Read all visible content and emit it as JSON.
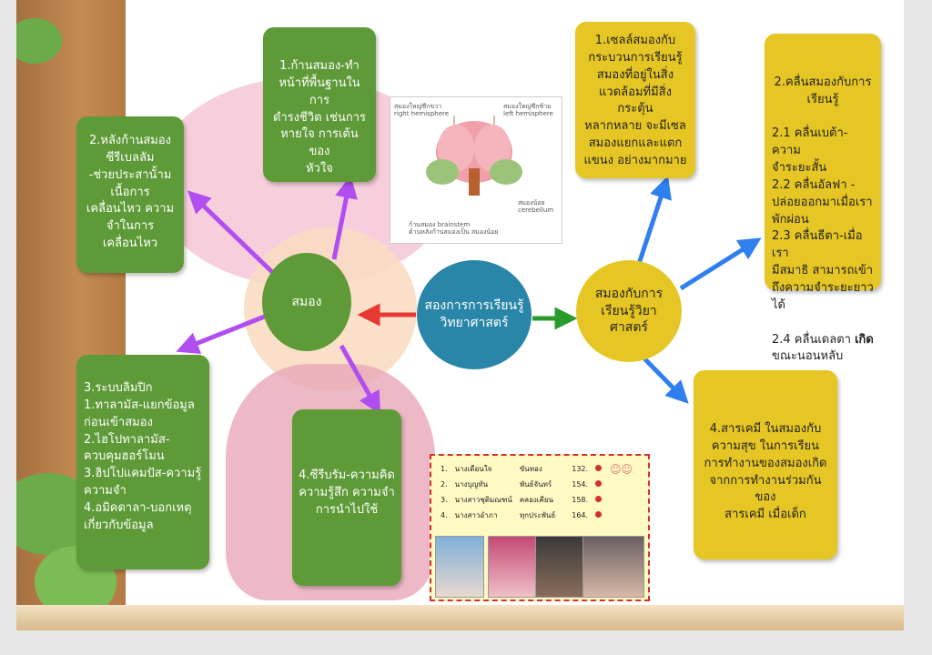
{
  "center_node": "สองการการเรียนรู้\nวิทยาศาสตร์",
  "left_hub": "สมอง",
  "right_hub": "สมองกับการ\nเรียนรู้วิยา\nศาสตร์",
  "left_branches": {
    "brainstem": "1.ก้านสมอง-ทำ\nหน้าที่พื้นฐานในการ\nดำรงชีวิต เช่นการ\nหายใจ การเต้นของ\nหัวใจ",
    "cerebellum": "2.หลังก้านสมอง\nซีรีเบลลัม\n-ช่วยประสานั้าม\nเนื้อการ\nเคลื่อนไหว ความ\nจำในการ\nเคลื่อนไหว",
    "limbic": "3.ระบบลิมปิก\n1.ทาลามัส-แยกข้อมูล\nก่อนเข้าสมอง\n2.ไฮโปทาลามัส-\nควบคุมฮอร์โมน\n3.ฮิปโปแคมปัส-ความรู้\nความจำ\n4.อมิคดาลา-บอกเหตุ\nเกี่ยวกับข้อมูล",
    "cerebrum": "4.ซีรีบรัม-ความคิด\nความรู้สึก  ความจำ\nการนำไปใช้"
  },
  "right_branches": {
    "cells": "1.เซลล์สมองกับ\nกระบวนการเรียนรู้\nสมองที่อยู่ในสิ่ง\nแวดล้อมที่มีสิ่งกระตุ้น\nหลากหลาย จะมีเซล\nสมองแยกและแตก\nแขนง อย่างมากมาย",
    "waves_title": "2.คลื่นสมองกับการ\nเรียนรู้",
    "waves_body": "2.1 คลื่นเบต้า-ความ\nจำระยะสั้น\n2.2 คลื่นอัลฟา -\nปล่อยออกมาเมื่อเรา\nพักผ่อน\n2.3 คลื่นธีตา-เมื่อเรา\nมีสมาธิ สามารถเข้า\n   ถึงความจำระยะยาว\n   ได้",
    "waves_delta_a": "2.4 คลื่นเดลตา ",
    "waves_delta_b": "เกิด",
    "waves_delta_c": "\nขณะนอนหลับ",
    "chemicals": "4.สารเคมี ในสมองกับ\nความสุข ในการเรียน\nการทำงานของสมองเกิด\nจากการทำงานร่วมกันของ\nสารเคมี เมื่อเด็ก"
  },
  "brain_image": {
    "label_right_hemi": "สมองใหญ่ซีกขวา\nright hemisphere",
    "label_left_hemi": "สมองใหญ่ซีกซ้าย\nleft hemisphere",
    "label_cerebellum": "สมองน้อย\ncerebellum",
    "label_brainstem": "ก้านสมอง brainstem\nด้านหลังก้านสมองเป็น สมองน้อย"
  },
  "members": [
    {
      "no": "1.",
      "name": "นางเดือนใจ",
      "surname": "ขันทอง",
      "id": "132."
    },
    {
      "no": "2.",
      "name": "นางบุญทัน",
      "surname": "พันธ์จันทร์",
      "id": "154."
    },
    {
      "no": "3.",
      "name": "นางสาวชุติมณฑน์",
      "surname": "คลองเคียน",
      "id": "158."
    },
    {
      "no": "4.",
      "name": "นางสาวอำภา",
      "surname": "ทุกประพันธ์",
      "id": "164."
    }
  ],
  "colors": {
    "green_box": "#5e9a37",
    "yellow_box": "#e6c624",
    "center_circle": "#2a86a8",
    "arrow_purple": "#b04ef0",
    "arrow_blue": "#2f7ff0",
    "arrow_red": "#e53935",
    "arrow_green": "#2a9a2a"
  }
}
